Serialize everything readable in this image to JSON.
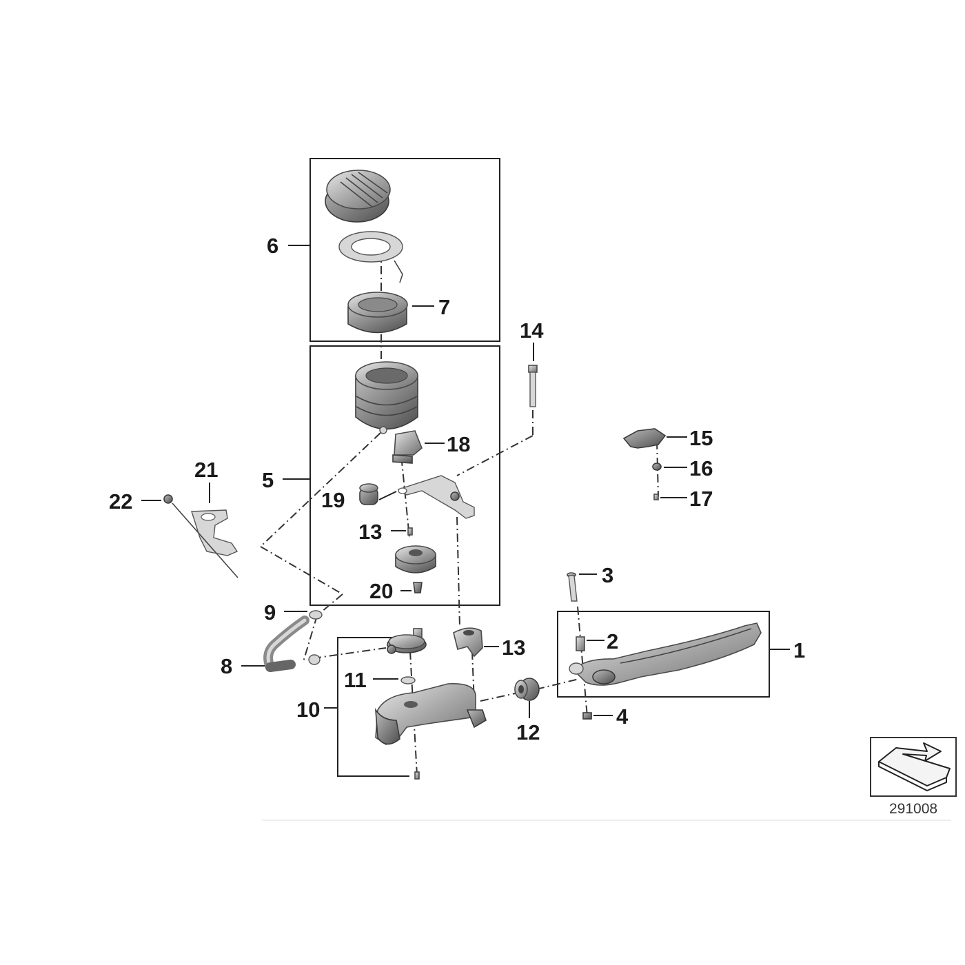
{
  "diagram": {
    "callouts": [
      {
        "id": "1",
        "text": "1"
      },
      {
        "id": "2",
        "text": "2"
      },
      {
        "id": "3",
        "text": "3"
      },
      {
        "id": "4",
        "text": "4"
      },
      {
        "id": "5",
        "text": "5"
      },
      {
        "id": "6",
        "text": "6"
      },
      {
        "id": "7",
        "text": "7"
      },
      {
        "id": "8",
        "text": "8"
      },
      {
        "id": "9",
        "text": "9"
      },
      {
        "id": "10",
        "text": "10"
      },
      {
        "id": "11",
        "text": "11"
      },
      {
        "id": "12",
        "text": "12"
      },
      {
        "id": "13a",
        "text": "13"
      },
      {
        "id": "13b",
        "text": "13"
      },
      {
        "id": "14",
        "text": "14"
      },
      {
        "id": "15",
        "text": "15"
      },
      {
        "id": "16",
        "text": "16"
      },
      {
        "id": "17",
        "text": "17"
      },
      {
        "id": "18",
        "text": "18"
      },
      {
        "id": "19",
        "text": "19"
      },
      {
        "id": "20",
        "text": "20"
      },
      {
        "id": "21",
        "text": "21"
      },
      {
        "id": "22",
        "text": "22"
      }
    ],
    "reference_number": "291008",
    "icon": "exploded-view-arrow-icon"
  }
}
